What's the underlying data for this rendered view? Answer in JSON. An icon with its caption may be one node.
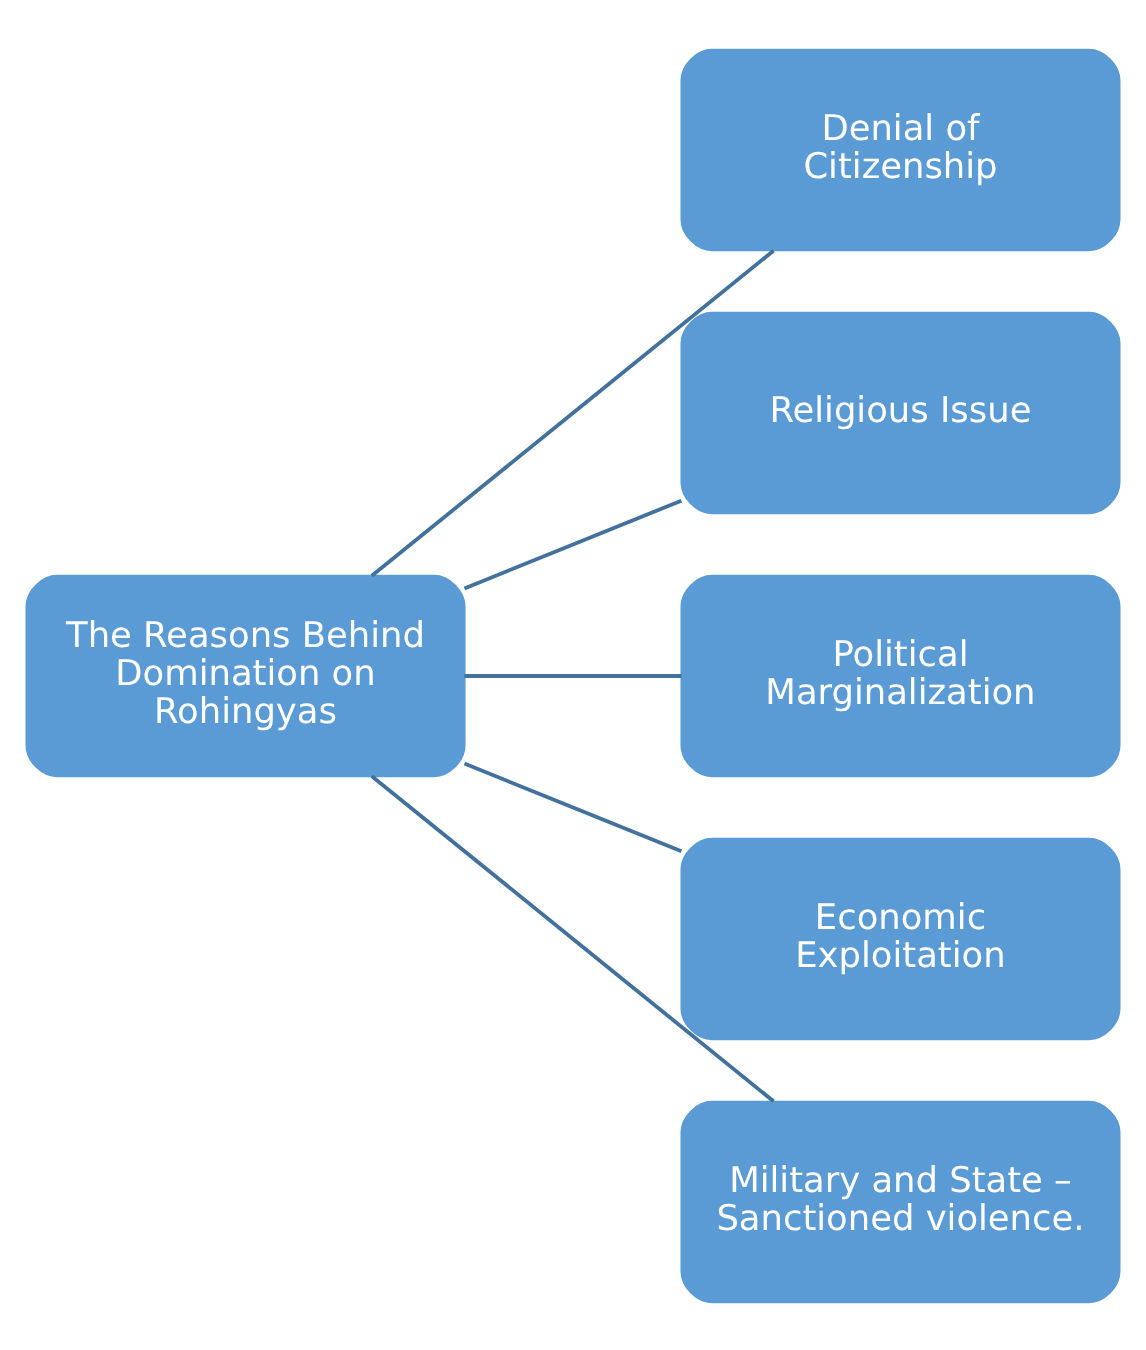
{
  "diagram": {
    "nodes": [
      {
        "text": [
          "The Reasons Behind Domination on Rohingyas"
        ]
      },
      {
        "text": [
          "Denial of Citizenship"
        ]
      },
      {
        "text": [
          "Religious Issue"
        ]
      },
      {
        "text": [
          "Political Marginalization"
        ]
      },
      {
        "text": [
          "Economic Exploitation"
        ]
      },
      {
        "text": [
          "Military and State – Sanctioned violence."
        ]
      }
    ],
    "edges": [
      {
        "from": 0,
        "to": 1,
        "arrow": "none"
      },
      {
        "from": 0,
        "to": 2,
        "arrow": "none"
      },
      {
        "from": 0,
        "to": 3,
        "arrow": "none"
      },
      {
        "from": 0,
        "to": 4,
        "arrow": "none"
      },
      {
        "from": 0,
        "to": 5,
        "arrow": "none"
      }
    ]
  }
}
